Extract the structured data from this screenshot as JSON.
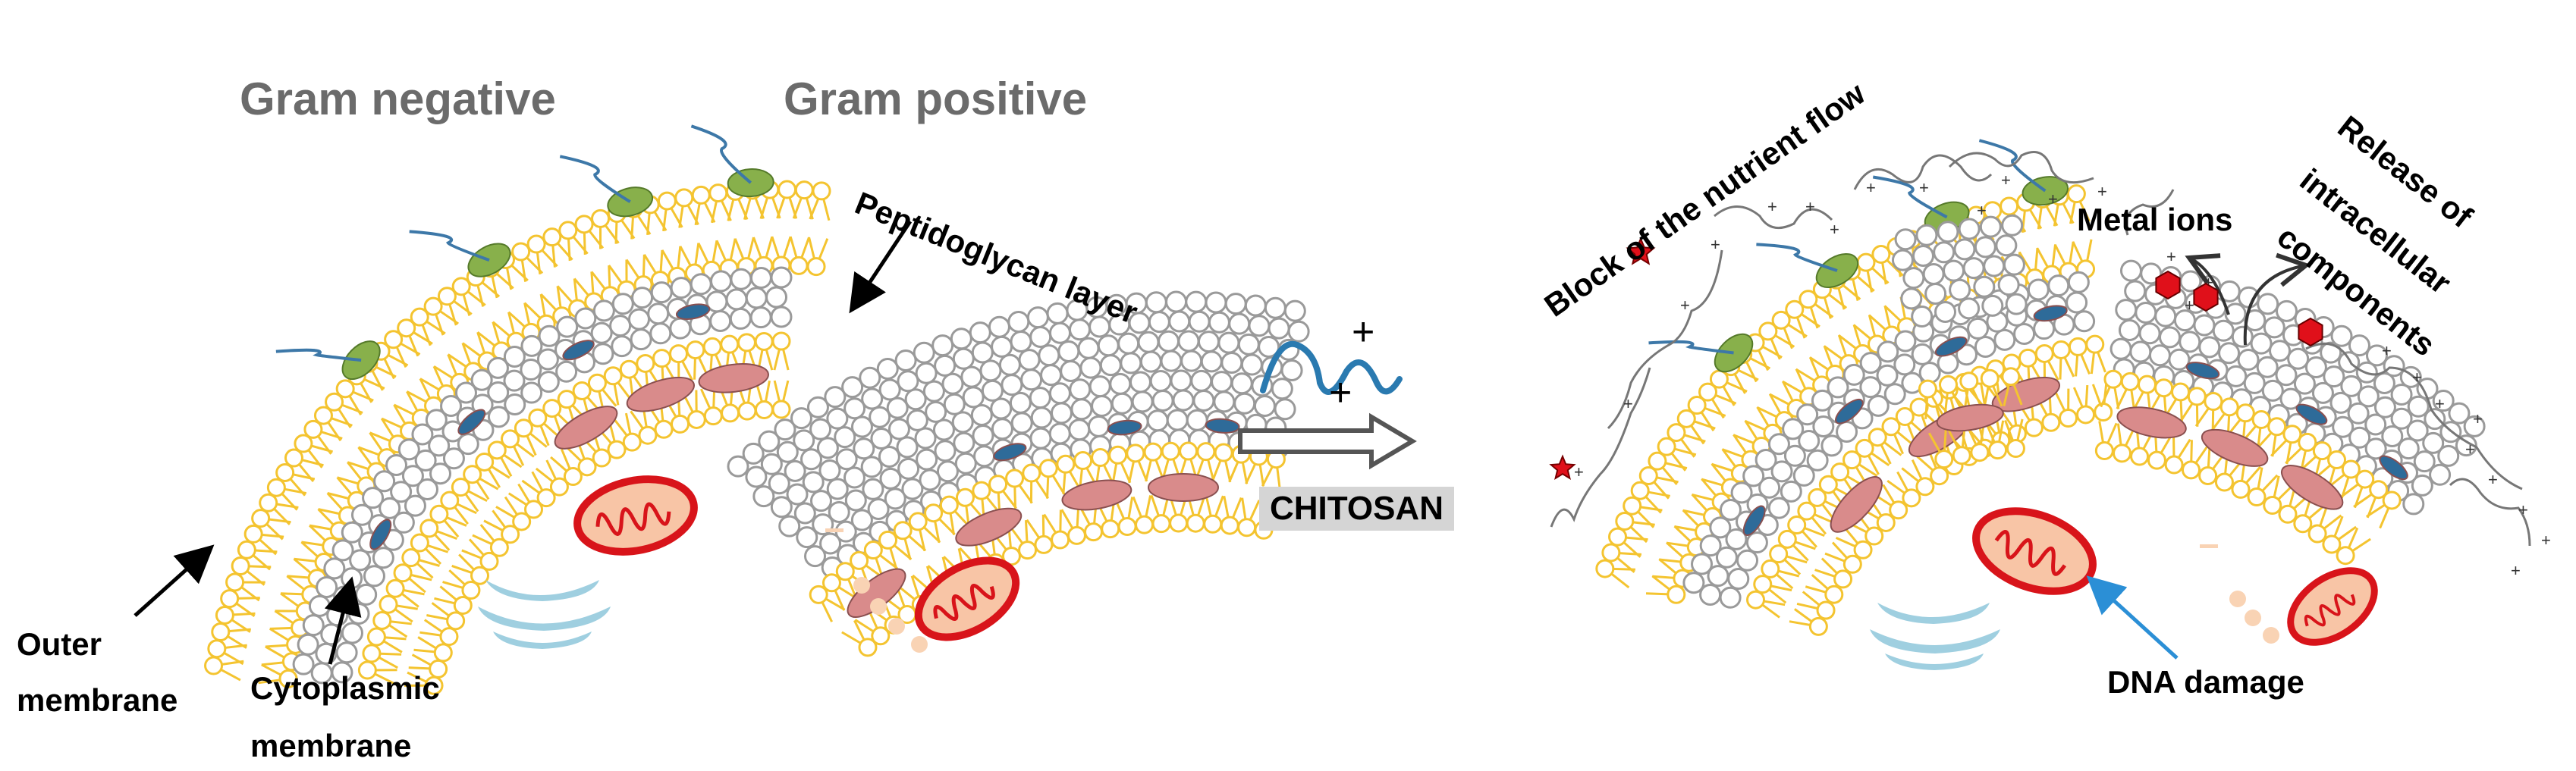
{
  "labels": {
    "gram_negative": "Gram negative",
    "gram_positive": "Gram positive",
    "peptidoglycan_layer": "Peptidoglycan layer",
    "outer_membrane_1": "Outer",
    "outer_membrane_2": "membrane",
    "cytoplasmic_membrane_1": "Cytoplasmic",
    "cytoplasmic_membrane_2": "membrane",
    "chitosan": "CHITOSAN",
    "block_nutrient_flow": "Block of the nutrient flow",
    "metal_ions": "Metal ions",
    "release_1": "Release of",
    "release_2": "intracellular",
    "release_3": "components",
    "dna_damage": "DNA damage",
    "plus": "+"
  },
  "colors": {
    "lipid_yellow": "#f4c430",
    "peptidoglycan_gray": "#9a9a9a",
    "protein_pink": "#d98b8b",
    "protein_blue": "#2e6b99",
    "glyco_green": "#88b04b",
    "glyco_chain_blue": "#3d78a8",
    "mitochondria_red": "#d8141a",
    "mitochondria_fill": "#f8c5a6",
    "golgi_blue": "#9fcfe0",
    "metal_ion_red": "#e0101a",
    "chitosan_blue": "#2a7ab0",
    "title_gray": "#6b6b6b"
  }
}
